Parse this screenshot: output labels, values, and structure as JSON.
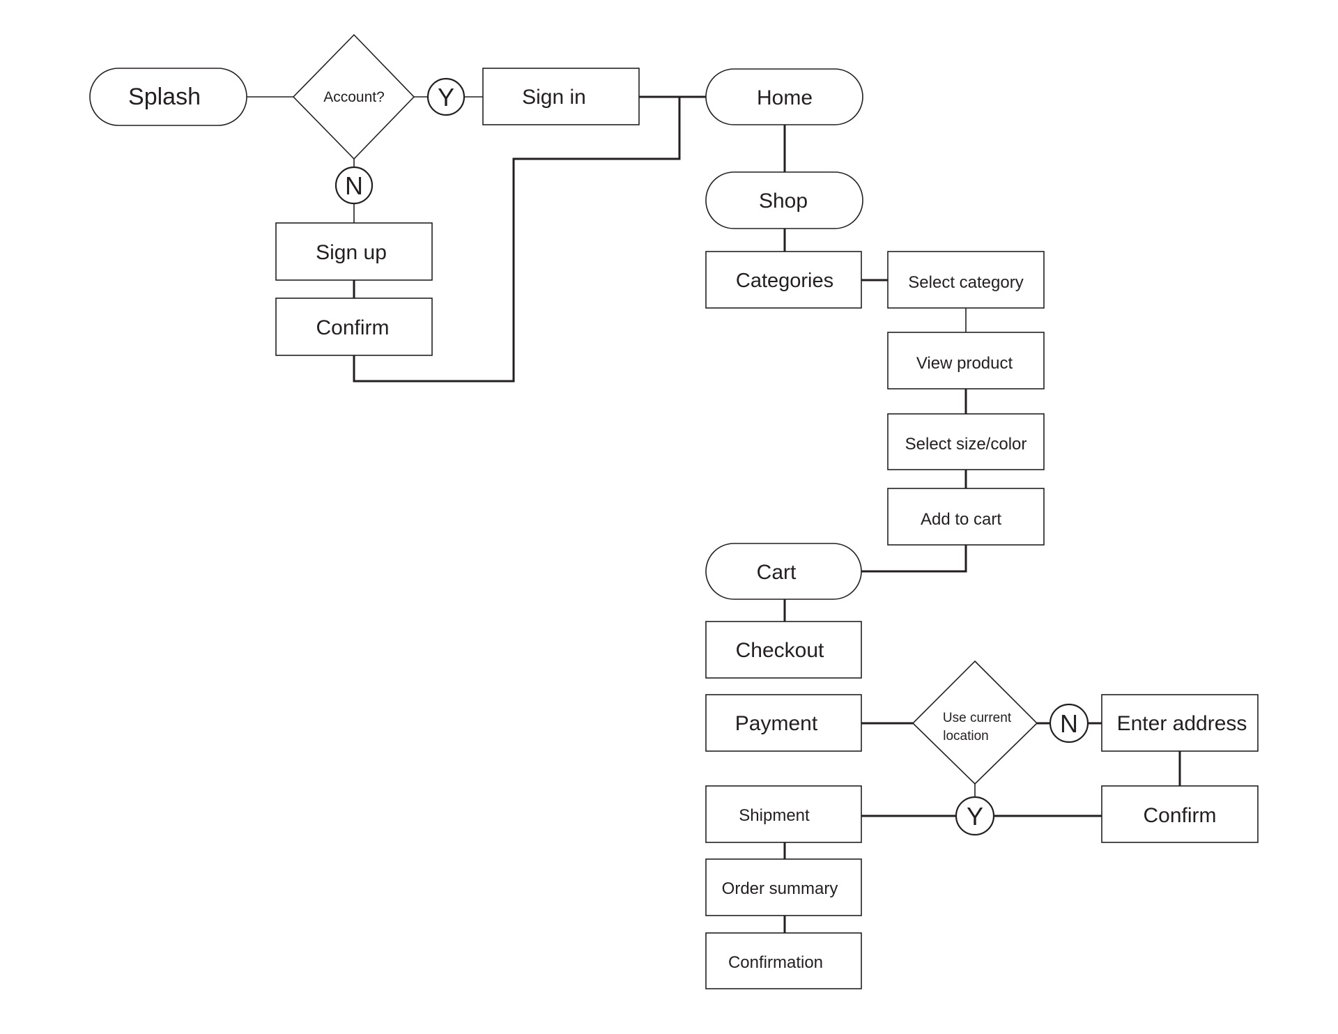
{
  "diagram": {
    "nodes": {
      "splash": "Splash",
      "account": "Account?",
      "account_yes": "Y",
      "account_no": "N",
      "sign_in": "Sign in",
      "sign_up": "Sign up",
      "confirm_signup": "Confirm",
      "home": "Home",
      "shop": "Shop",
      "categories": "Categories",
      "select_category": "Select category",
      "view_product": "View product",
      "select_size_color": "Select size/color",
      "add_to_cart": "Add to cart",
      "cart": "Cart",
      "checkout": "Checkout",
      "payment": "Payment",
      "use_location_line1": "Use current",
      "use_location_line2": "location",
      "location_no": "N",
      "location_yes": "Y",
      "enter_address": "Enter address",
      "confirm_address": "Confirm",
      "shipment": "Shipment",
      "order_summary": "Order summary",
      "confirmation": "Confirmation"
    }
  }
}
